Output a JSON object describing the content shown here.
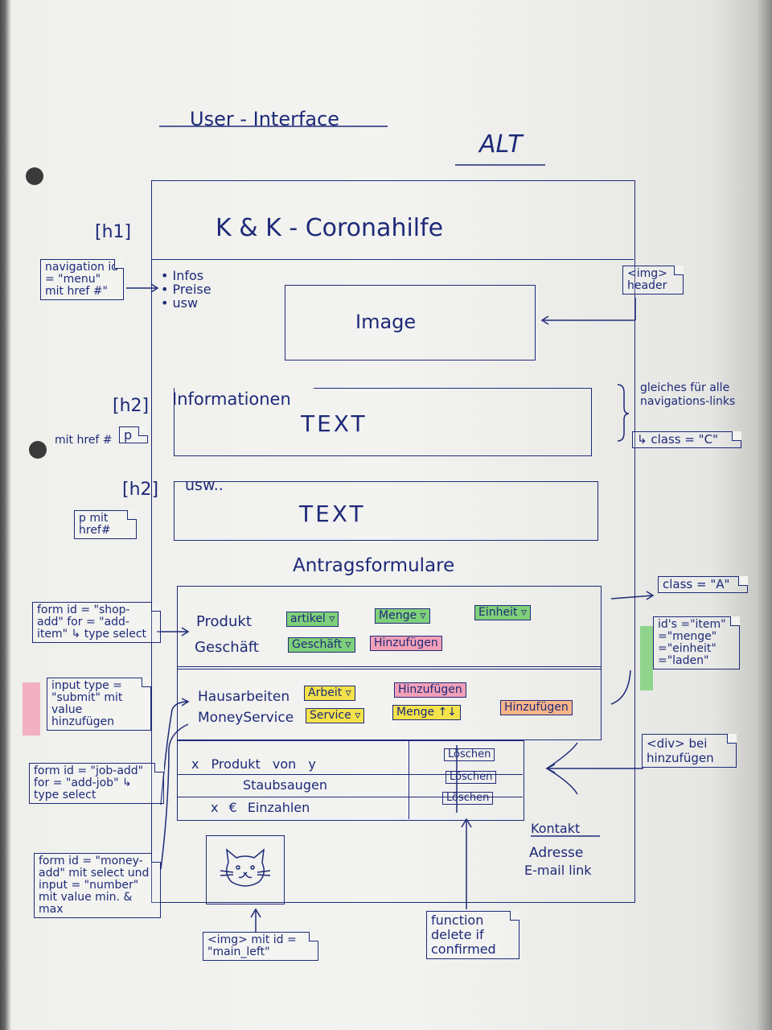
{
  "page_title": "User - Interface",
  "version_tag": "ALT",
  "mockup": {
    "h1_tag": "[h1]",
    "site_title": "K & K - Coronahilfe",
    "nav_items": [
      "• Infos",
      "• Preise",
      "• usw"
    ],
    "image_label": "Image",
    "section1_tag": "[h2]",
    "section1_heading": "Informationen",
    "section1_text": "TEXT",
    "section2_tag": "[h2]",
    "section2_heading": "usw..",
    "section2_text": "TEXT",
    "forms_heading": "Antragsformulare",
    "shop_form": {
      "row1_label": "Produkt",
      "row2_label": "Geschäft",
      "chips": [
        "artikel ▿",
        "Menge ▿",
        "Einheit ▿",
        "Geschäft ▿",
        "Hinzufügen"
      ]
    },
    "job_form": {
      "row1_label": "Hausarbeiten",
      "row2_label": "MoneyService",
      "chips": [
        "Arbeit ▿",
        "Hinzufügen",
        "Service ▿",
        "Menge ↑↓",
        "Hinzufügen"
      ]
    },
    "list_rows": [
      {
        "item": "x Produkt von y",
        "action": "Löschen"
      },
      {
        "item": "Staubsaugen",
        "action": "Löschen"
      },
      {
        "item": "x € Einzahlen",
        "action": "Löschen"
      }
    ],
    "contact": {
      "title": "Kontakt",
      "line1": "Adresse",
      "line2": "E-mail link"
    }
  },
  "annotations": {
    "navigation": "navigation id = \"menu\" mit href #\"",
    "p_label": "p",
    "p_mit": "mit href #",
    "p_mit_href": "p mit href#",
    "img_header": "<img> header",
    "gleiches": "gleiches für alle navigations-links",
    "class_c": "↳ class = \"C\"",
    "class_a": "class = \"A\"",
    "ids": "id's =\"item\" =\"menge\" =\"einheit\" =\"laden\"",
    "form_shop": "form id = \"shop-add\" for = \"add-item\" ↳ type select",
    "input_submit": "input type = \"submit\" mit value hinzufügen",
    "form_job": "form id = \"job-add\" for = \"add-job\" ↳ type select",
    "form_money": "form id = \"money-add\" mit select und input = \"number\" mit value min. & max",
    "div_bei": "<div> bei hinzufügen",
    "img_main_left": "<img> mit id = \"main_left\"",
    "function_delete": "function delete if confirmed"
  },
  "colors": {
    "ink": "#1e2a78",
    "green": "#7fd07a",
    "yellow": "#f3e24a",
    "pink": "#f2a0b8",
    "orange": "#f8b58a"
  },
  "icons": [
    "cat-icon"
  ]
}
